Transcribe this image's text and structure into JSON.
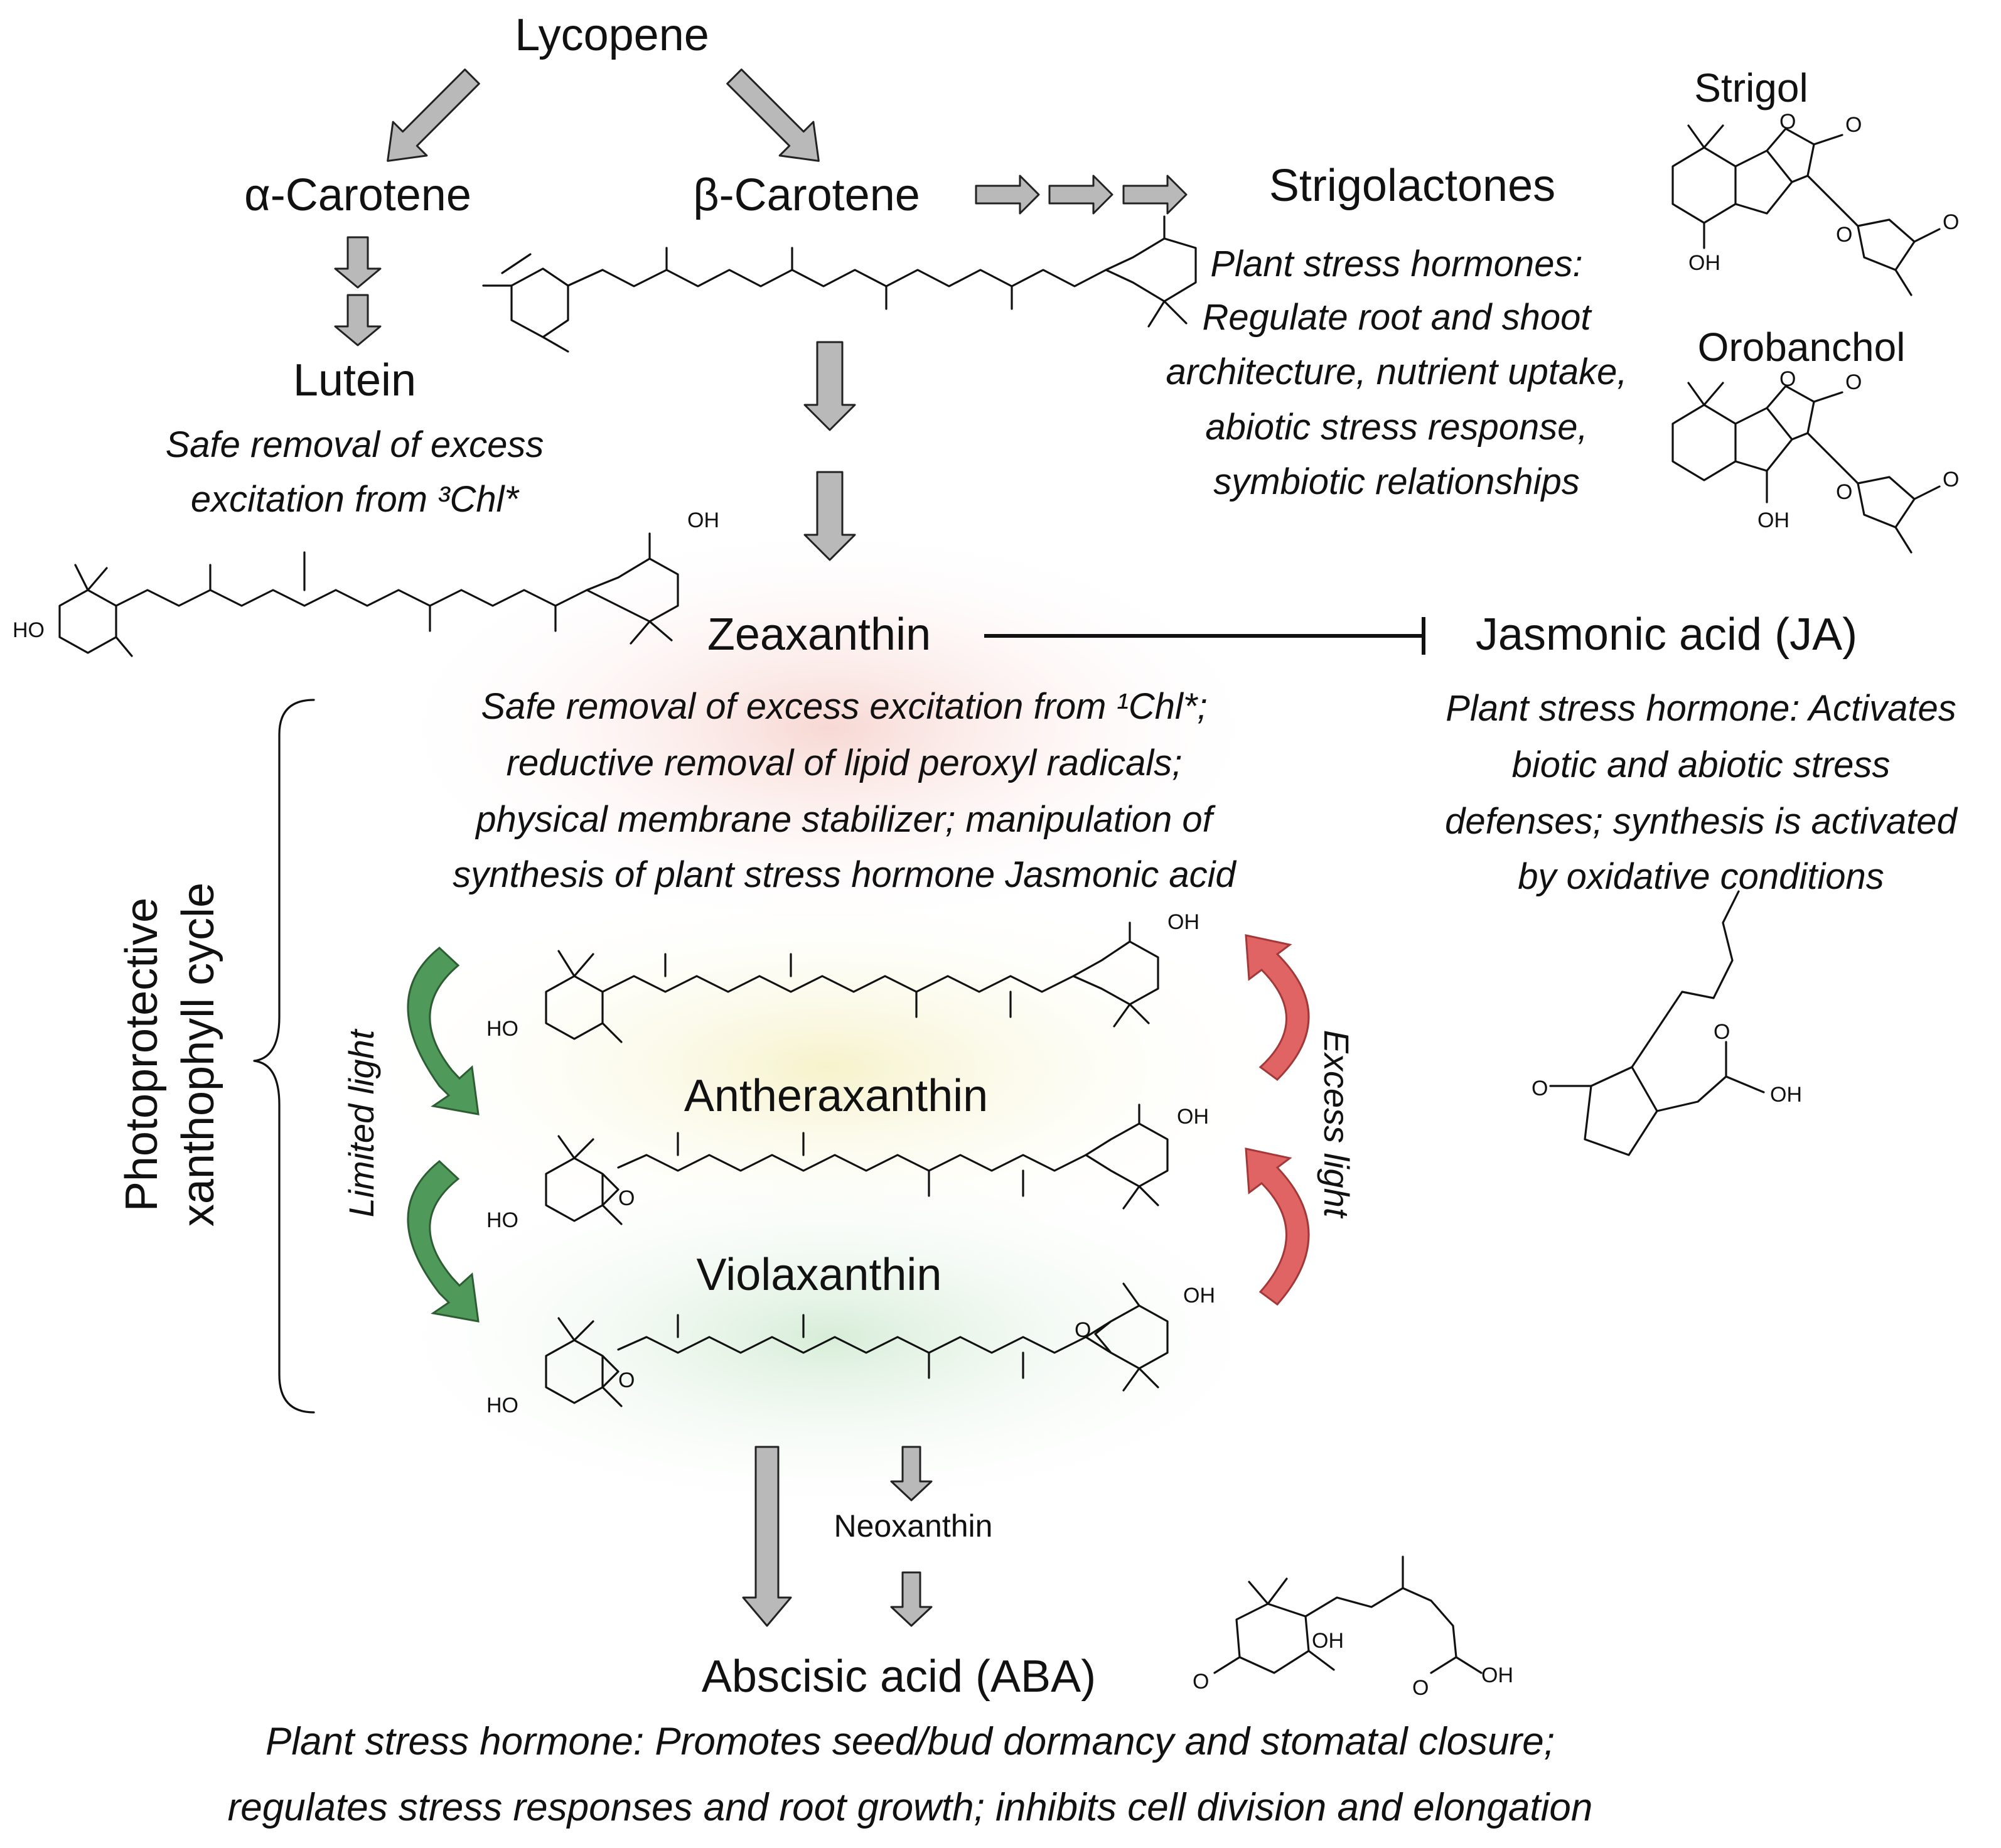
{
  "colors": {
    "gray_arrow": "#b9b9b9",
    "green_arrow": "#4f9a5a",
    "red_arrow": "#e06464",
    "glow_red": "#f7d6d1",
    "glow_yellow": "#f6f2c9",
    "glow_green": "#d5ecd6"
  },
  "nodes": {
    "lycopene": "Lycopene",
    "alpha_carotene": "α-Carotene",
    "beta_carotene": "β-Carotene",
    "lutein": "Lutein",
    "strigolactones": "Strigolactones",
    "strigol": "Strigol",
    "orobanchol": "Orobanchol",
    "zeaxanthin": "Zeaxanthin",
    "jasmonic_acid": "Jasmonic acid (JA)",
    "antheraxanthin": "Antheraxanthin",
    "violaxanthin": "Violaxanthin",
    "neoxanthin": "Neoxanthin",
    "abscisic_acid": "Abscisic acid (ABA)"
  },
  "descriptions": {
    "lutein": [
      "Safe removal of excess",
      "excitation from ³Chl*"
    ],
    "strigolactones": [
      "Plant stress hormones:",
      "Regulate root and shoot",
      "architecture, nutrient uptake,",
      "abiotic stress response,",
      "symbiotic relationships"
    ],
    "zeaxanthin": [
      "Safe removal of excess excitation from ¹Chl*;",
      "reductive removal of lipid peroxyl radicals;",
      "physical membrane stabilizer; manipulation of",
      "synthesis of plant stress hormone Jasmonic acid"
    ],
    "jasmonic_acid": [
      "Plant stress hormone: Activates",
      "biotic and abiotic stress",
      "defenses; synthesis is activated",
      "by oxidative conditions"
    ],
    "abscisic_acid": [
      "Plant stress hormone: Promotes seed/bud dormancy and stomatal closure;",
      "regulates stress responses and root growth; inhibits cell division and elongation"
    ]
  },
  "cycle": {
    "label_line1": "Photoprotective",
    "label_line2": "xanthophyll cycle",
    "limited_light": "Limited light",
    "excess_light": "Excess light"
  },
  "atoms": {
    "oh": "OH",
    "ho": "HO",
    "o": "O"
  }
}
